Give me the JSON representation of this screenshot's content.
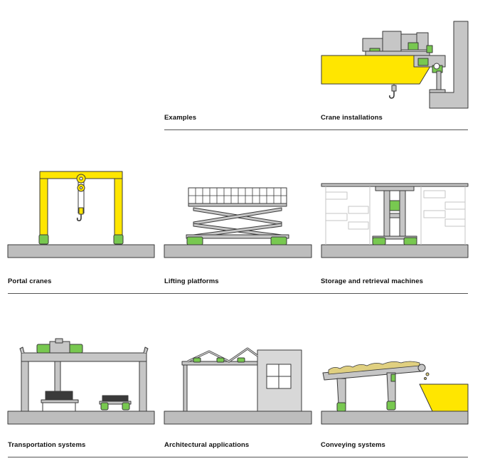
{
  "section_title": "Examples",
  "captions": {
    "crane_installations": "Crane installations",
    "portal_cranes": "Portal cranes",
    "lifting_platforms": "Lifting platforms",
    "storage_retrieval": "Storage and retrieval machines",
    "transportation": "Transportation systems",
    "architectural": "Architectural applications",
    "conveying": "Conveying systems"
  },
  "colors": {
    "yellow": "#ffe600",
    "green": "#78c850",
    "gray": "#c6c6c6",
    "dark": "#3a3a3a",
    "ground": "#bdbdbd"
  }
}
